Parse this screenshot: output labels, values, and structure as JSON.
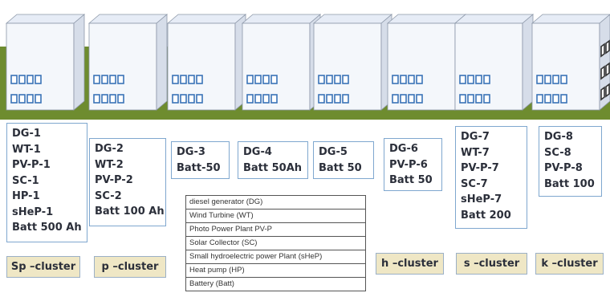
{
  "buildings": [
    {
      "id": 1,
      "windows": "front"
    },
    {
      "id": 2,
      "windows": "front"
    },
    {
      "id": 3,
      "windows": "front"
    },
    {
      "id": 4,
      "windows": "front"
    },
    {
      "id": 5,
      "windows": "front"
    },
    {
      "id": 6,
      "windows": "front"
    },
    {
      "id": 7,
      "windows": "front"
    },
    {
      "id": 8,
      "windows": "front-and-side"
    }
  ],
  "window_label": "",
  "units": [
    {
      "lines": [
        "DG-1",
        "WT-1",
        "PV-P-1",
        "SC-1",
        "HP-1",
        "sHeP-1",
        "Batt 500 Ah"
      ]
    },
    {
      "lines": [
        "DG-2",
        "WT-2",
        "PV-P-2",
        "SC-2",
        "Batt 100 Ah"
      ]
    },
    {
      "lines": [
        "DG-3",
        "Batt-50"
      ]
    },
    {
      "lines": [
        "DG-4",
        "Batt 50Ah"
      ]
    },
    {
      "lines": [
        "DG-5",
        "Batt 50"
      ]
    },
    {
      "lines": [
        "DG-6",
        "PV-P-6",
        "Batt 50"
      ]
    },
    {
      "lines": [
        "DG-7",
        "WT-7",
        "PV-P-7",
        "SC-7",
        "sHeP-7",
        "Batt 200"
      ]
    },
    {
      "lines": [
        "DG-8",
        "SC-8",
        "PV-P-8",
        "Batt 100"
      ]
    }
  ],
  "clusters": [
    "Sp –cluster",
    "p –cluster",
    "h –cluster",
    "s –cluster",
    "k –cluster"
  ],
  "legend": [
    "diesel generator        (DG)",
    "Wind Turbine              (WT)",
    "Photo Power Plant PV-P",
    "Solar Collector (SC)",
    "Small hydroelectric power Plant (sHeP)",
    "Heat pump (HP)",
    "Battery       (Batt)"
  ],
  "colors": {
    "ground": "#6e8c2f",
    "roof": "#e6ecf6",
    "front": "#f4f7fb",
    "side": "#d6dde9",
    "window": "#3a73b7",
    "panel_border": "#7fa7cf",
    "cluster_fill": "#efe7c5"
  }
}
